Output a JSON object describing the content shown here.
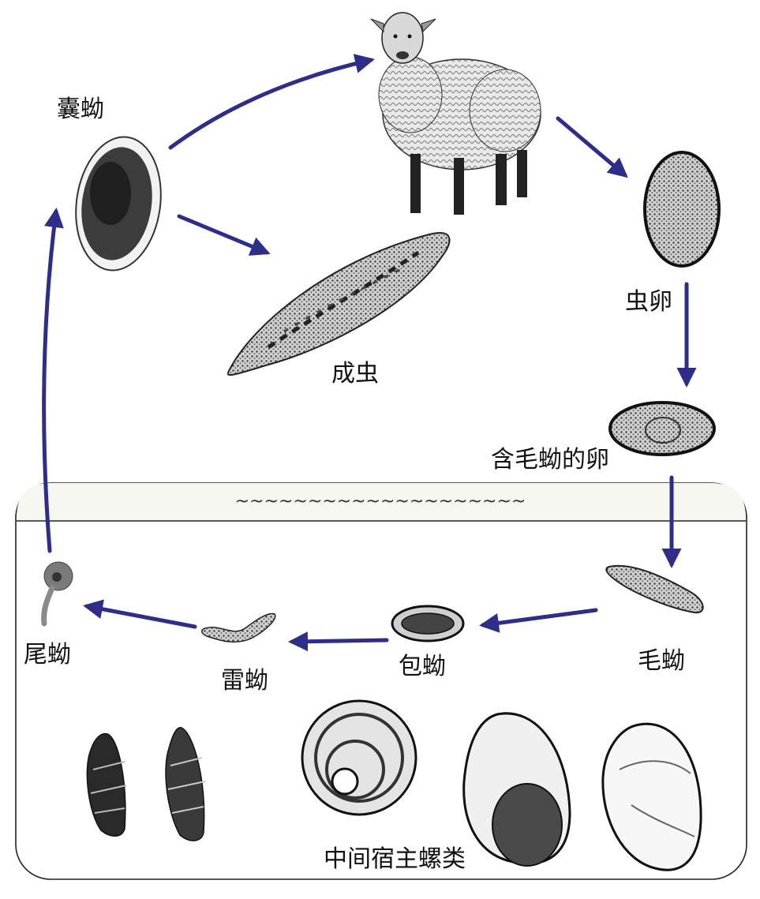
{
  "colors": {
    "arrow": "#2e2e8a",
    "panel_fill": "#f7f7f2",
    "panel_border": "#222222",
    "organism": "#2a2a2a"
  },
  "labels": {
    "cyst": "囊蚴",
    "adult": "成虫",
    "egg": "虫卵",
    "egg_miracidium": "含毛蚴的卵",
    "miracidium": "毛蚴",
    "sporocyst": "包蚴",
    "redia": "雷蚴",
    "cercaria": "尾蚴",
    "snails": "中间宿主螺类"
  },
  "panel": {
    "water_mark": "~~~~~~~~~~~~~~~~~~~~"
  },
  "icons": {
    "host": "sheep-icon",
    "cyst": "cyst-icon",
    "adult": "adult-fluke-icon",
    "egg": "egg-icon",
    "egg_miracidium": "embryonated-egg-icon",
    "miracidium": "miracidium-icon",
    "sporocyst": "sporocyst-icon",
    "redia": "redia-icon",
    "cercaria": "cercaria-icon",
    "snails": [
      "snail-icon",
      "snail-icon",
      "snail-icon",
      "snail-icon",
      "snail-icon"
    ]
  }
}
